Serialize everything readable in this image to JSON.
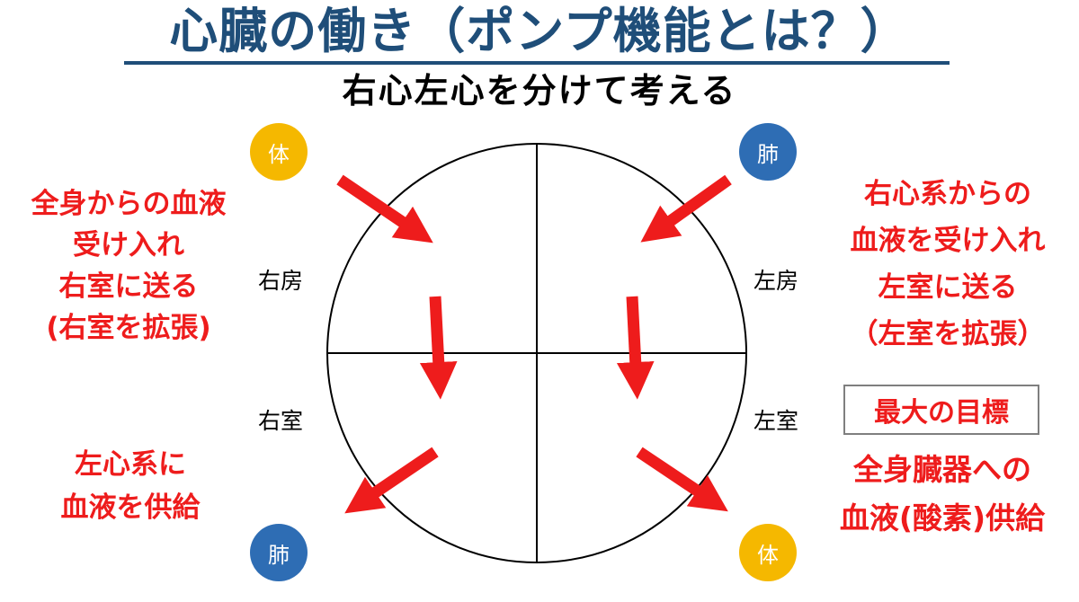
{
  "title": "心臓の働き（ポンプ機能とは？）",
  "subtitle": "右心左心を分けて考える",
  "nodes": {
    "body_top_left": "体",
    "lung_top_right": "肺",
    "lung_bottom_left": "肺",
    "body_bottom_right": "体"
  },
  "chambers": {
    "right_atrium": "右房",
    "left_atrium": "左房",
    "right_ventricle": "右室",
    "left_ventricle": "左室"
  },
  "notes": {
    "right_atrium_role": [
      "全身からの血液",
      "受け入れ",
      "右室に送る",
      "(右室を拡張)"
    ],
    "left_atrium_role": [
      "右心系からの",
      "血液を受け入れ",
      "左室に送る",
      "（左室を拡張）"
    ],
    "right_ventricle_role": [
      "左心系に",
      "血液を供給"
    ],
    "left_ventricle_role": [
      "全身臓器への",
      "血液(酸素)供給"
    ],
    "goal_label": "最大の目標"
  },
  "colors": {
    "title": "#1f4e79",
    "accent_red": "#ee1c1c",
    "body_node": "#f5b800",
    "lung_node": "#2e6db4"
  }
}
